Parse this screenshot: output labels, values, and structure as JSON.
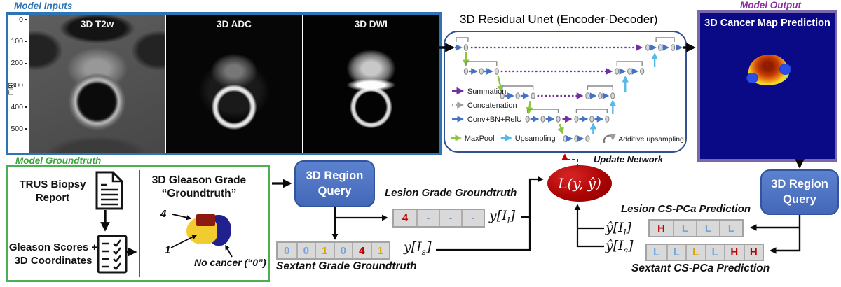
{
  "colors": {
    "inputs_accent": "#2E74B5",
    "groundtruth_accent": "#4CAF50",
    "output_accent": "#8B2FA0",
    "query_blue": "#4A72C4",
    "loss_red": "#AB0404",
    "cell_red": "#C00000",
    "cell_blue": "#71A3DC",
    "cell_yellow": "#DBA400"
  },
  "sections": {
    "inputs": {
      "title": "Model Inputs",
      "images": [
        {
          "label": "3D T2w"
        },
        {
          "label": "3D ADC"
        },
        {
          "label": "3D DWI"
        }
      ],
      "axis": {
        "unit": "mm",
        "ticks": [
          "0",
          "100",
          "200",
          "300",
          "400",
          "500"
        ]
      }
    },
    "unet": {
      "title": "3D Residual Unet (Encoder-Decoder)",
      "legend": {
        "summation": "Summation",
        "concatenation": "Concatenation",
        "conv": "Conv+BN+RelU",
        "maxpool": "MaxPool",
        "upsampling": "Upsampling",
        "additive": "Additive upsampling"
      },
      "update_label": "Update Network"
    },
    "output": {
      "title": "Model Output",
      "map_label": "3D Cancer Map Prediction"
    },
    "groundtruth": {
      "title": "Model Groundtruth",
      "step1": "TRUS Biopsy Report",
      "step2": "Gleason Scores + 3D Coordinates",
      "gleason_title1": "3D Gleason Grade",
      "gleason_title2": "“Groundtruth”",
      "grade4": "4",
      "grade1": "1",
      "no_cancer": "No cancer (“0”)"
    },
    "query_left": {
      "line1": "3D Region",
      "line2": "Query"
    },
    "query_right": {
      "line1": "3D Region",
      "line2": "Query"
    },
    "loss": {
      "label": "L(y, ŷ)"
    },
    "lesion_gt": {
      "title": "Lesion Grade Groundtruth",
      "cells": [
        {
          "t": "4",
          "c": "red"
        },
        {
          "t": "-",
          "c": "blue"
        },
        {
          "t": "-",
          "c": "blue"
        },
        {
          "t": "-",
          "c": "blue"
        }
      ],
      "var_base": "y[I",
      "var_sub": "l",
      "var_close": "]"
    },
    "sextant_gt": {
      "title": "Sextant Grade Groundtruth",
      "cells": [
        {
          "t": "0",
          "c": "blue"
        },
        {
          "t": "0",
          "c": "blue"
        },
        {
          "t": "1",
          "c": "yellow"
        },
        {
          "t": "0",
          "c": "blue"
        },
        {
          "t": "4",
          "c": "red"
        },
        {
          "t": "1",
          "c": "yellow"
        }
      ],
      "var_base": "y[I",
      "var_sub": "s",
      "var_close": "]"
    },
    "lesion_pred": {
      "title": "Lesion CS-PCa Prediction",
      "cells": [
        {
          "t": "H",
          "c": "red"
        },
        {
          "t": "L",
          "c": "blue"
        },
        {
          "t": "L",
          "c": "blue"
        },
        {
          "t": "L",
          "c": "blue"
        }
      ],
      "var_base": "ŷ[I",
      "var_sub": "l",
      "var_close": "]"
    },
    "sextant_pred": {
      "title": "Sextant CS-PCa Prediction",
      "cells": [
        {
          "t": "L",
          "c": "blue"
        },
        {
          "t": "L",
          "c": "blue"
        },
        {
          "t": "L",
          "c": "yellow"
        },
        {
          "t": "L",
          "c": "blue"
        },
        {
          "t": "H",
          "c": "red"
        },
        {
          "t": "H",
          "c": "red"
        }
      ],
      "var_base": "ŷ[I",
      "var_sub": "s",
      "var_close": "]"
    }
  }
}
